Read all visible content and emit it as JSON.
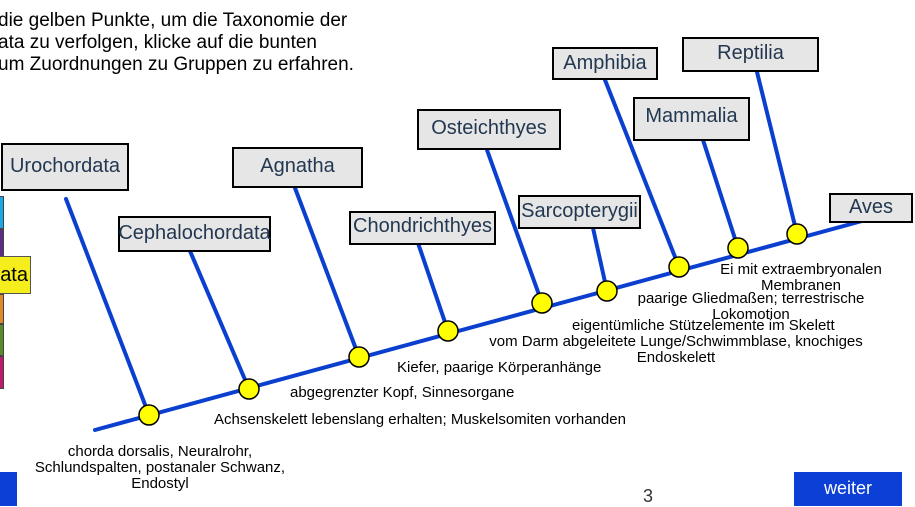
{
  "intro": {
    "line1": "die gelben Punkte, um die Taxonomie der",
    "line2": "ata zu verfolgen, klicke auf die bunten",
    "line3": "um Zuordnungen zu Gruppen zu erfahren."
  },
  "taxa": {
    "urochordata": "Urochordata",
    "cephalochordata": "Cephalochordata",
    "agnatha": "Agnatha",
    "chondrichthyes": "Chondrichthyes",
    "osteichthyes": "Osteichthyes",
    "sarcopterygii": "Sarcopterygii",
    "amphibia": "Amphibia",
    "mammalia": "Mammalia",
    "reptilia": "Reptilia",
    "aves": "Aves"
  },
  "traits": {
    "t1_line1": "chorda dorsalis, Neuralrohr,",
    "t1_line2": "Schlundspalten, postanaler Schwanz,",
    "t1_line3": "Endostyl",
    "t2": "Achsenskelett lebenslang erhalten; Muskelsomiten vorhanden",
    "t3": "abgegrenzter Kopf, Sinnesorgane",
    "t4": "Kiefer, paarige Körperanhänge",
    "t5_line1": "vom Darm abgeleitete Lunge/Schwimmblase, knochiges",
    "t5_line2": "Endoskelett",
    "t6": "eigentümliche Stützelemente im Skelett",
    "t7_line1": "paarige Gliedmaßen; terrestrische",
    "t7_line2": "Lokomotion",
    "t8_line1": "Ei mit extraembryonalen",
    "t8_line2": "Membranen"
  },
  "left_partial_label": "ata",
  "nav": {
    "next_label": "weiter"
  },
  "page_number": "3",
  "colors": {
    "branch_line": "#0a3fd0",
    "node_fill": "#ffff00",
    "box_fill": "#e6e6e6",
    "box_text": "#233850",
    "nav_button": "#0b3fd6",
    "label_yellow": "#f5ee1c"
  }
}
